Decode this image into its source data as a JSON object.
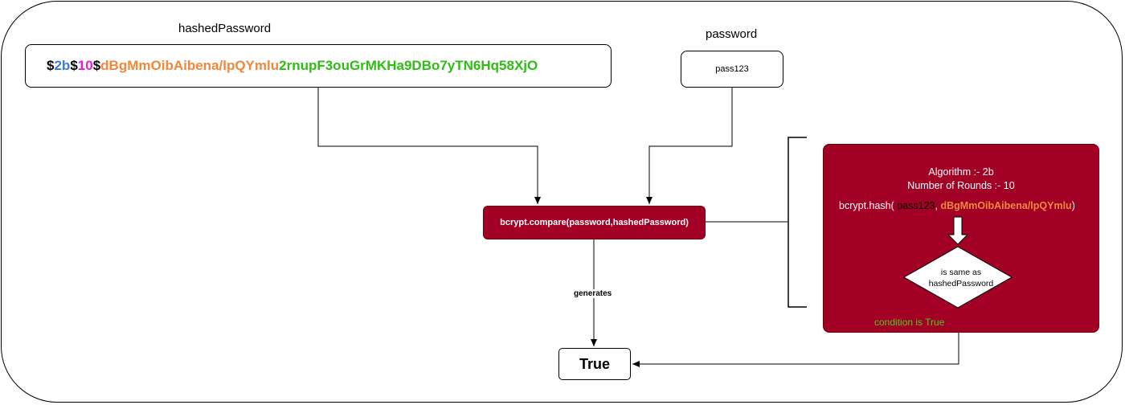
{
  "labels": {
    "hashed_password_title": "hashedPassword",
    "password_title": "password",
    "generates": "generates",
    "condition": "condition is True"
  },
  "hashed_password": {
    "segments": [
      {
        "text": "$",
        "color": "#000000"
      },
      {
        "text": "2b",
        "color": "#3a7bd5"
      },
      {
        "text": "$",
        "color": "#000000"
      },
      {
        "text": "10",
        "color": "#e01fd6"
      },
      {
        "text": "$",
        "color": "#000000"
      },
      {
        "text": "dBgMmOibAibena/lpQYmlu",
        "color": "#f0883c"
      },
      {
        "text": "2rnupF3ouGrMKHa9DBo7yTN6Hq58XjO",
        "color": "#2ebd12"
      }
    ]
  },
  "password": {
    "value": "pass123"
  },
  "compare": {
    "label": "bcrypt.compare(password,hashedPassword)"
  },
  "result": {
    "label": "True"
  },
  "detail": {
    "algorithm": "Algorithm :- 2b",
    "rounds": "Number of Rounds :- 10",
    "hash_call_prefix": "bcrypt.hash(",
    "hash_call_arg1": "pass123",
    "hash_call_sep": ",",
    "hash_call_arg2": "dBgMmOibAibena/lpQYmlu",
    "hash_call_suffix": ")",
    "decision_line1": "is same as",
    "decision_line2": "hashedPassword"
  },
  "colors": {
    "accent_red": "#a20025",
    "salt_orange": "#f0883c",
    "hash_green": "#2ebd12",
    "condition_green": "#4ccb1c"
  }
}
